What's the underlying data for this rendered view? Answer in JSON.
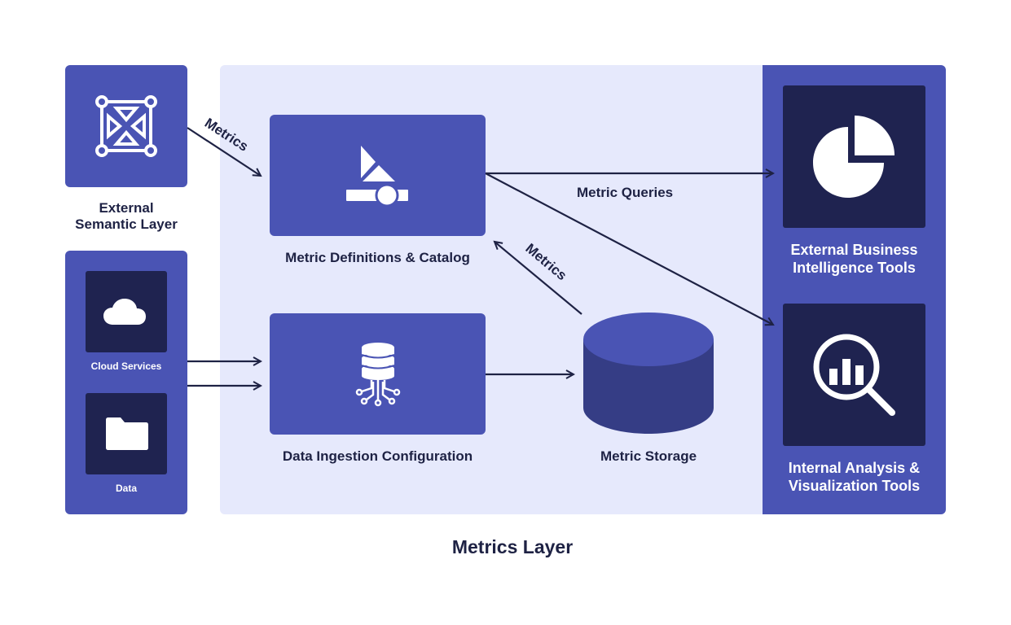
{
  "title": "Metrics Layer",
  "nodes": {
    "external_semantic_layer": {
      "label_line1": "External",
      "label_line2": "Semantic Layer",
      "icon": "semantic-layer-icon"
    },
    "sources": {
      "cloud_services": {
        "label": "Cloud Services",
        "icon": "cloud-icon"
      },
      "data": {
        "label": "Data",
        "icon": "folder-icon"
      }
    },
    "metric_definitions": {
      "label": "Metric Definitions & Catalog",
      "icon": "catalog-icon"
    },
    "data_ingestion": {
      "label": "Data Ingestion Configuration",
      "icon": "database-network-icon"
    },
    "metric_storage": {
      "label": "Metric Storage",
      "icon": "cylinder-storage-icon"
    },
    "external_bi": {
      "label_line1": "External Business",
      "label_line2": "Intelligence Tools",
      "icon": "pie-chart-icon"
    },
    "internal_analysis": {
      "label_line1": "Internal Analysis &",
      "label_line2": "Visualization Tools",
      "icon": "magnifier-chart-icon"
    }
  },
  "edges": {
    "semantic_to_definitions": "Metrics",
    "storage_to_definitions": "Metrics",
    "definitions_to_tools": "Metric Queries"
  },
  "colors": {
    "panel": "#e6e9fc",
    "box": "#4a54b4",
    "dark_box": "#1f2350",
    "text": "#1e2244"
  }
}
